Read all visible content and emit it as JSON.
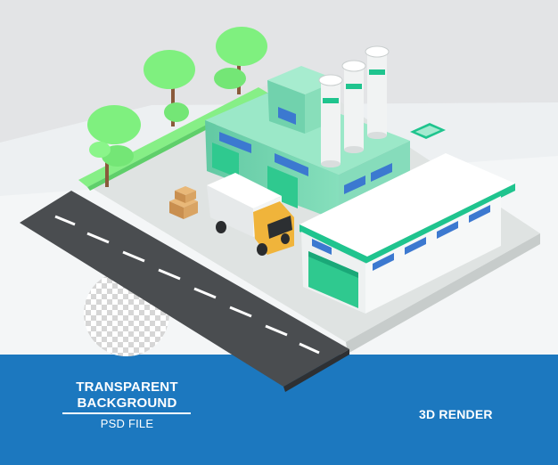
{
  "image": {
    "kind": "3D isometric factory illustration (stock preview)",
    "colors": {
      "top_band": "#e3e4e6",
      "middle_band": "#edf0f2",
      "bottom_band": "#1c78bf",
      "ground": "#dfe3e2",
      "road": "#4a4d50",
      "building_mint": "#78d9b4",
      "building_white": "#f5f6f6",
      "accent_green": "#1fc48e",
      "window_blue": "#3c79d0",
      "tree_green": "#7ff07f",
      "truck_yellow": "#f0b43b"
    }
  },
  "badge": {
    "line1": "TRANSPARENT",
    "line2": "BACKGROUND",
    "sub": "PSD FILE"
  },
  "render_label": "3D RENDER"
}
